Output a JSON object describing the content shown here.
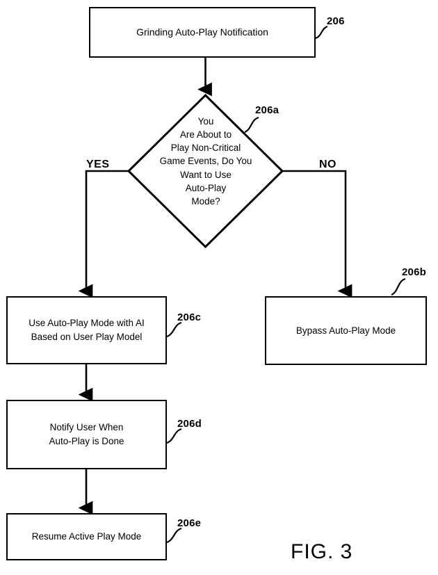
{
  "figure": {
    "caption": "FIG. 3",
    "nodes": {
      "notification": {
        "label": "Grinding Auto-Play Notification",
        "ref": "206",
        "shape": "rectangle"
      },
      "decision": {
        "label": "You\nAre About to\nPlay Non-Critical\nGame Events, Do You\nWant to Use\nAuto-Play\nMode?",
        "ref": "206a",
        "shape": "diamond"
      },
      "bypass": {
        "label": "Bypass Auto-Play Mode",
        "ref": "206b",
        "shape": "rectangle"
      },
      "use_autoplay": {
        "label": "Use Auto-Play Mode with AI\nBased on User Play Model",
        "ref": "206c",
        "shape": "rectangle"
      },
      "notify_user": {
        "label": "Notify User When\nAuto-Play is Done",
        "ref": "206d",
        "shape": "rectangle"
      },
      "resume": {
        "label": "Resume Active Play Mode",
        "ref": "206e",
        "shape": "rectangle"
      }
    },
    "branches": {
      "yes": "YES",
      "no": "NO"
    },
    "colors": {
      "stroke": "#000000",
      "fill": "#ffffff",
      "text": "#000000"
    }
  }
}
